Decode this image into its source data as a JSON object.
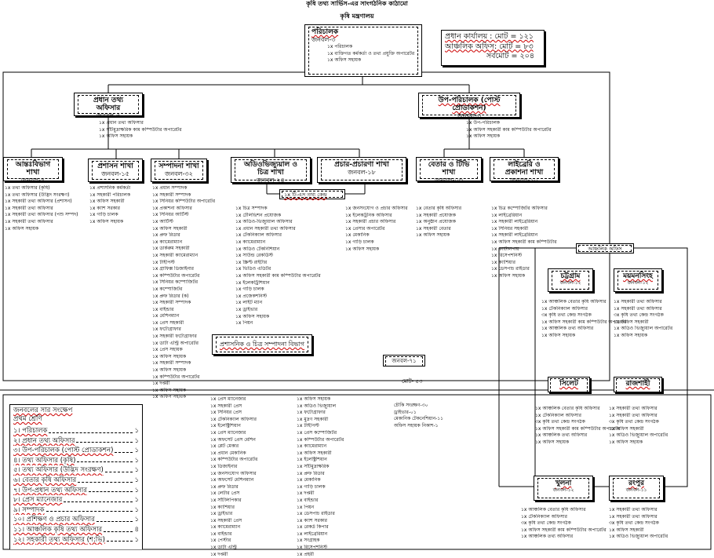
{
  "header": {
    "title": "কৃষি তথ্য সার্ভিস-এর সাংগঠনিক কাঠামো",
    "subtitle": "কৃষি মন্ত্রণালয়"
  },
  "top": {
    "director": {
      "title": "পরিচালক",
      "count": "জনবল-৩",
      "items": [
        "১x পরিচালক",
        "১x ব্যক্তিগত কর্মকর্তা ও তথ্য প্রযুক্তি অপারেটর",
        "১x অফিস সহায়ক"
      ]
    },
    "summary": {
      "line1": "প্রধান কার্যালয় : মোট = ১২১",
      "line2": "আঞ্চলিক অফিস: মোট = ৮৩",
      "total": "সর্বমোট = ২০৪"
    }
  },
  "level2": {
    "chief": {
      "title": "প্রধান তথ্য অফিসার",
      "count": "জনবল-৩",
      "items": [
        "১x প্রধান তথ্য অফিসার",
        "১x সাঁটমুদ্রাক্ষরিক কাম কম্পিউটার অপারেটর",
        "১x অফিস সহায়ক"
      ]
    },
    "deputy": {
      "title": "উপ-পরিচালক (পোস্ট প্রোডাকশন)",
      "count": "জনবল-৩",
      "items": [
        "১x উপ-পরিচালক",
        "১x অফিস সহকারী কাম কম্পিউটার অপারেটর",
        "১x অফিস সহায়ক"
      ]
    }
  },
  "sections": [
    {
      "title": "আন্তঃবিভাগ শাখা",
      "count": "জনবল-৭",
      "items": [
        "১x তথ্য অফিসার (কৃষি)",
        "১x তথ্য অফিসার (উদ্ভিদ সংরক্ষণ)",
        "১x সহকারী তথ্য অফিসার (প্রশাসন)",
        "১x সহকারী তথ্য অফিসার",
        "১x সহকারী তথ্য অফিসার (পশু সম্পদ)",
        "১x সহকারী তথ্য অফিসার",
        "১x অফিস সহায়ক"
      ]
    },
    {
      "title": "প্রশাসন শাখা",
      "count": "জনবল-১৫",
      "items": [
        "১x প্রশাসনিক কর্মকর্তা",
        "১x সহকারী পরিচালক",
        "১x অফিস সহকারী",
        "১x ক্যাশ সরকার",
        "১x গাড়ি চালক",
        "১x অফিস সহায়ক"
      ]
    },
    {
      "title": "সম্পাদনা শাখা",
      "count": "জনবল-৩২",
      "items": [
        "১x প্রধান সম্পাদক",
        "১x সহকারী সম্পাদক",
        "১x সিনিয়র কম্পিউটার অপারেটর",
        "১x প্রকাশনা অফিসার",
        "১x সিনিয়র আর্টিস্ট",
        "১x আর্টিস্ট",
        "১x অফিস সহকারী",
        "১x প্রুফ রিডার",
        "১x ক্যামেরাম্যান",
        "১x ডার্করুম সহকারী",
        "১x সহকারী ক্যামেরাম্যান",
        "১x টাইপিস্ট",
        "১x গ্রাফিক্স ডিজাইনার",
        "১x কম্পিউটার অপারেটর",
        "১x সিনিয়র কম্পোজিটর",
        "১x কম্পোজিটর",
        "১x প্রুফ রিডার (ক)",
        "১x সহকারী সম্পাদক",
        "১x বাইন্ডার",
        "১x মেশিনম্যান",
        "১x প্রেস সহকারী",
        "১x ফটোগ্রাফার",
        "১x সহকারী ফটোগ্রাফার",
        "১x ডাটা এন্ট্রি অপারেটর",
        "১x প্রেস সহায়ক",
        "১x অফিস সহায়ক",
        "১x সহকারী সম্পাদক",
        "১x অফিস সহায়ক",
        "১x কম্পিউটার অপারেটর",
        "১x দপ্তরী",
        "১x অফিস সহায়ক",
        "১x অফিস সহায়ক"
      ]
    },
    {
      "title": "অডিওভিজ্যুয়াল ও চিত্র শাখা",
      "count": "জনবল-২৪",
      "items": [
        "১x চিত্র সম্পাদক",
        "১x টেলিভিশন প্রযোজক",
        "১x অডিও-ভিজ্যুয়াল অফিসার",
        "১x প্রধান সহকারী তথ্য অফিসার",
        "১x টেকনিক্যাল অফিসার",
        "১x ক্যামেরাম্যান",
        "১x অডিও টেকনিশিয়ান",
        "১x সাউন্ড রেকর্ডিস্ট",
        "১x স্ক্রিপ্ট রাইটার",
        "১x ভিডিও এডিটর",
        "১x অফিস সহকারী কাম কম্পিউটার অপারেটর",
        "১x ইলেকট্রিশিয়ান",
        "১x গাড়ি চালক",
        "১x প্রজেকশনিস্ট",
        "১x লাইট ম্যান",
        "১x ড্রাইভার",
        "১x অফিস সহায়ক",
        "১x পিয়ন"
      ]
    },
    {
      "title": "প্রচার-প্রচারণা শাখা",
      "count": "জনবল-১৮",
      "items": [
        "১x জনসংযোগ ও প্রচার অফিসার",
        "১x ইলেকট্রনিক অফিসার",
        "১x সহকারী প্রচার অফিসার",
        "১x প্রেসার অপারেটর",
        "১x মেকানিক",
        "১x গাড়ি চালক",
        "১x অফিস সহায়ক"
      ]
    },
    {
      "title": "বেতার ও টিভি শাখা",
      "count": "জনবল-০৩",
      "items": [
        "১x বেতার কৃষি অফিসার",
        "১x সহকারী প্রযোজক",
        "১x অনুষ্ঠান প্রযোজক",
        "১x সহকারী বেতার",
        "১x অফিস সহায়ক"
      ]
    },
    {
      "title": "লাইব্রেরি ও প্রকাশনা শাখা",
      "count": "জনবল-১০",
      "items": [
        "১x চিত্র কম্পোজিটর অফিসার",
        "১x লাইব্রেরিয়ান",
        "১x সহকারী লাইব্রেরিয়ান",
        "১x সিনিয়র সহকারী",
        "১x সহকারী লাইব্রেরিয়ান",
        "১x অফিস সহকারী কাম কম্পিউটার",
        "১x ক্যাটালগার",
        "১x রিসেপশনিস্ট",
        "১x ক্যাশিয়ার",
        "১x ডেসপাচ রাইডার",
        "১x অফিস সহায়ক"
      ]
    }
  ],
  "sub_box": "১x টি-এস তথ্য কেন্দ্র",
  "unit_box": "প্রশাসনিক ও চিত্র সম্পাদনা বিভাগ",
  "extra_box": "জনবল-৭১",
  "regional": {
    "header": "আঞ্চলিক অফিস",
    "offices": [
      {
        "title": "চট্টগ্রাম",
        "count": "জনবল-১২",
        "items": [
          "১x আঞ্চলিক বেতার কৃষি অফিসার",
          "১x টেকনিক্যাল অফিসার",
          "৩x কৃষি তথ্য কেন্দ্র সংগঠক",
          "১x অফিস সহকারী কাম কম্পিউটার অপারেটর",
          "১x আঞ্চলিক তথ্য অফিসার",
          "১x অফিস সহায়ক"
        ]
      },
      {
        "title": "ময়মনসিংহ",
        "count": "জনবল-১২",
        "items": [
          "১x সহকারী তথ্য অফিসার",
          "১x সহকারী তথ্য অফিসার",
          "৩x কৃষি তথ্য কেন্দ্র সংগঠক",
          "১x অফিস সহকারী",
          "১x অডিও ভিজ্যুয়াল অপারেটর",
          "১x অফিস সহায়ক"
        ]
      },
      {
        "title": "সিলেট",
        "count": "জনবল-১২",
        "items": [
          "১x আঞ্চলিক বেতার কৃষি অফিসার",
          "১x টেকনিক্যাল অফিসার",
          "৩x কৃষি তথ্য কেন্দ্র সংগঠক",
          "১x অফিস সহকারী কাম কম্পিউটার অপারেটর",
          "১x আঞ্চলিক তথ্য অফিসার",
          "১x অফিস সহায়ক"
        ]
      },
      {
        "title": "রাজশাহী",
        "count": "জনবল-১২",
        "items": [
          "১x সহকারী তথ্য অফিসার",
          "১x সহকারী তথ্য অফিসার",
          "৩x কৃষি তথ্য কেন্দ্র সংগঠক",
          "১x অফিস সহকারী",
          "১x অডিও ভিজ্যুয়াল অপারেটর",
          "১x অফিস সহায়ক"
        ]
      },
      {
        "title": "খুলনা",
        "count": "জনবল-১২",
        "items": [
          "১x আঞ্চলিক বেতার কৃষি অফিসার",
          "১x টেকনিক্যাল অফিসার",
          "৩x কৃষি তথ্য কেন্দ্র সংগঠক",
          "১x অফিস সহকারী কাম কম্পিউটার অপারেটর",
          "১x আঞ্চলিক তথ্য অফিসার"
        ]
      },
      {
        "title": "রংপুর",
        "count": "জনবল-১১",
        "items": [
          "১x সহকারী তথ্য অফিসার",
          "১x সহকারী তথ্য অফিসার",
          "৩x কৃষি তথ্য কেন্দ্র সংগঠক",
          "১x অফিস সহকারী",
          "১x অডিও ভিজ্যুয়াল অপারেটর"
        ]
      }
    ]
  },
  "legend": {
    "title": "জনবলের সার সংক্ষেপ",
    "subtitle": "প্রথম শ্রেণি",
    "rows": [
      "১। পরিচালক",
      "২। প্রধান তথ্য অফিসার",
      "৩। উপ-পরিচালক (পোস্ট প্রোডাকশন)",
      "৪। তথ্য অফিসার (কৃষি)",
      "৫। তথ্য অফিসার (উদ্ভিদ সংরক্ষণ)",
      "৬। বেতার কৃষি অফিসার",
      "৭। উপ-প্রধান তথ্য অফিসার",
      "৮। প্রেস ম্যানেজার",
      "৯। সম্পাদক",
      "১০। প্রশিক্ষণ ও প্রচার অফিসার",
      "১১। আঞ্চলিক কৃষি তথ্য অফিসার",
      "১২। সহকারী তথ্য অফিসার (শ:ভি)"
    ],
    "values": [
      "১",
      "১",
      "১",
      "১",
      "১",
      "১",
      "১",
      "১",
      "১",
      "১",
      "৪",
      "১"
    ]
  },
  "bottom_cols": [
    [
      "১x প্রেস ম্যানেজার",
      "১x সহকারী প্রেস",
      "১x সিনিয়র প্রেস",
      "১x টেকনিক্যাল অফিসার",
      "১x ইলেক্ট্রিশিয়ান",
      "১x প্রেস ম্যানেজার",
      "১x অফসেট প্রেস মেশিন",
      "১x প্লেট মেকার",
      "১x প্রধান মেকানিক",
      "১x কম্পিউটার অপারেটর",
      "১x ডিজাইনার",
      "১x জনসংযোগ অফিসার",
      "১x অফসেট মেশিনম্যান",
      "১x প্রুফ রিডার",
      "১x লেটার প্রেস",
      "১x সাঁটলিপিকার",
      "১x ক্যাশিয়ার",
      "১x ড্রাইভার",
      "১x সহকারী প্রেস",
      "১x ক্যামেরাম্যান",
      "১x বাইন্ডার",
      "১x পেস্টার",
      "১x ডাটা এন্ট্রি",
      "১x দপ্তরী"
    ],
    [
      "১x অফিস সহায়ক",
      "১x অডিও ভিজ্যুয়াল",
      "১x ফটোগ্রাফার",
      "১x মুদ্রণ সহকারী",
      "১x টাইপিস্ট",
      "১x প্রেস কম্পোজিটর",
      "১x কম্পিউটার অপারেটর",
      "১x ক্যামেরাম্যান",
      "১x অফিস সহকারী",
      "১x ইলেক্ট্রিশিয়ান",
      "১x সাঁটমুদ্রাক্ষরিক",
      "১x প্রুফ রিডার",
      "১x মেকানিক",
      "১x গাড়ি চালক",
      "১x দপ্তরী",
      "১x বাইন্ডার",
      "১x পিয়ন",
      "১x ডেসপাচ রাইডার",
      "১x ক্যাশ সরকার",
      "১x রেকর্ড কিপার",
      "১x লাইব্রেরিয়ান",
      "১x সংগ্রাহক",
      "১x রিসেপশনিস্ট",
      "১x প্রহরী"
    ],
    [
      "চৌকি সংরক্ষণ-৩০",
      "ড্রাইভার-০১",
      "মেকানিক টেকনেশিয়ান-১১",
      "অফিস সহায়ক নিকাশ-১"
    ]
  ],
  "footer_total": "মোট- ৫৩"
}
